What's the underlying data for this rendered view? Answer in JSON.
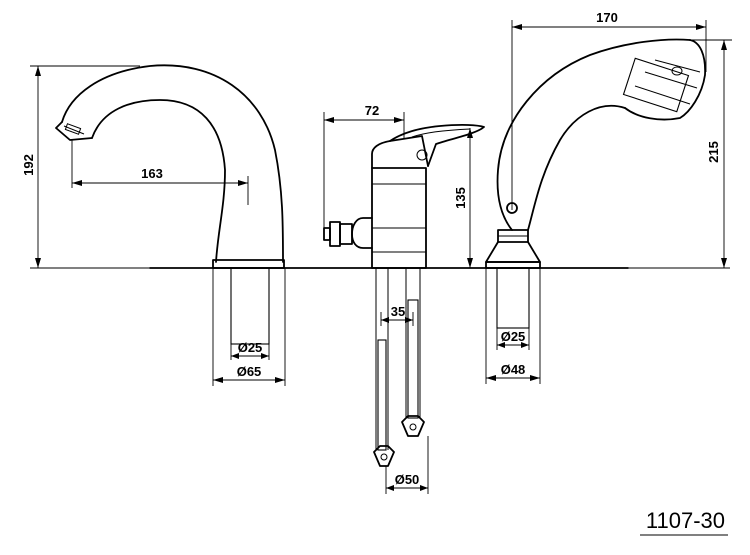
{
  "dimensions": {
    "spout_height": "192",
    "spout_reach": "163",
    "spout_thread_dia": "Ø25",
    "spout_base_dia": "Ø65",
    "mixer_width": "72",
    "mixer_height": "135",
    "mixer_body_dia": "35",
    "mixer_hose_spacing": "Ø50",
    "shower_length": "170",
    "shower_height": "215",
    "shower_thread_dia": "Ø25",
    "shower_base_dia": "Ø48"
  },
  "model_code": "1107-30"
}
